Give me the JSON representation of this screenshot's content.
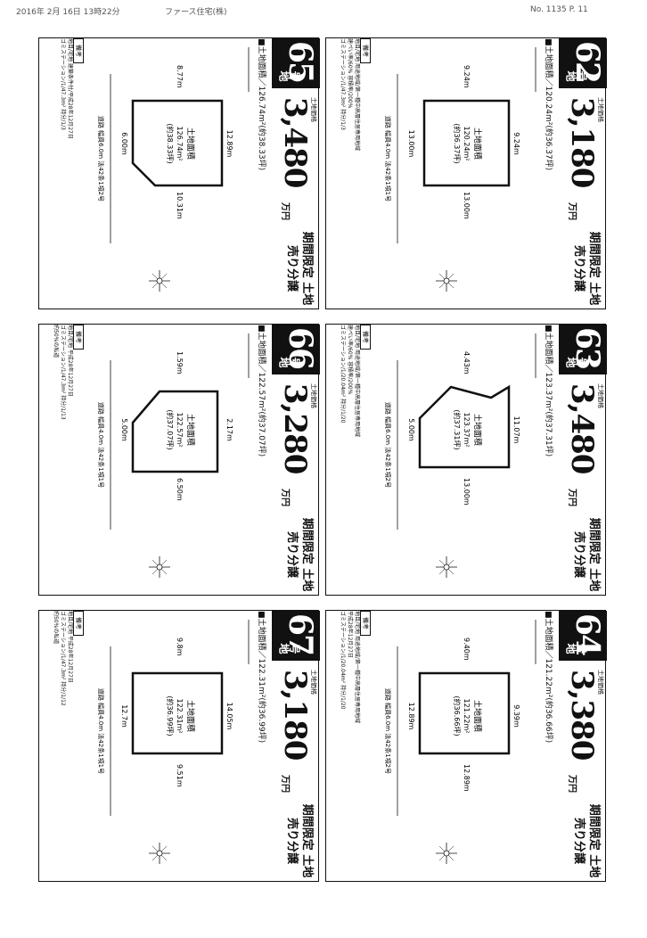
{
  "header": {
    "timestamp": "2016年 2月 16日 13時22分",
    "company": "ファース住宅(株)",
    "page": "No. 1135 P. 11"
  },
  "labels": {
    "price_label": "土地価格",
    "price_unit": "万円",
    "tag": "期間限定 土地売り分譲",
    "lot_suffix": "号地",
    "parcel_area": "土地面積",
    "notes_label": "備考"
  },
  "cards": [
    {
      "lot": "62",
      "price": "3,180",
      "area_text": "■土地面積／120.24m²(約36.37坪)",
      "plan_area": "120.24m²",
      "plan_tsubo": "(約36.37坪)",
      "dims": [
        "9.24m",
        "13.00m",
        "13.00m",
        "9.24m"
      ],
      "road": "道路 幅員4.0m 法42条1項1号",
      "notes": [
        "地目/宅地 用途地域/第一種中高層住居専用地域",
        "建ぺい率/60% 容積率/200%",
        "ゴミステーション/1/47.3m² 持分/1/3"
      ]
    },
    {
      "lot": "63",
      "price": "3,480",
      "area_text": "■土地面積／123.37m²(約37.31坪)",
      "plan_area": "123.37m²",
      "plan_tsubo": "(約37.31坪)",
      "dims": [
        "11.07m",
        "13.00m",
        "5.00m",
        "4.43m"
      ],
      "road": "道路 幅員6.0m 法42条1項2号",
      "notes": [
        "地目/宅地 用途地域/第一種中高層住居専用地域",
        "建ぺい率/60% 容積率/200%",
        "ゴミステーション/1/20.04m² 持分/1/20"
      ]
    },
    {
      "lot": "64",
      "price": "3,380",
      "area_text": "■土地面積／121.22m²(約36.66坪)",
      "plan_area": "121.22m²",
      "plan_tsubo": "(約36.66坪)",
      "dims": [
        "9.39m",
        "12.89m",
        "12.89m",
        "9.40m"
      ],
      "road": "道路 幅員6.0m 法42条1項2号",
      "notes": [
        "地目/宅地 用途地域/第一種中高層住居専用地域",
        "平成28年12月27日",
        "ゴミステーション/1/20.04m² 持分/1/20"
      ]
    },
    {
      "lot": "65",
      "price": "3,480",
      "area_text": "■土地面積／126.74m²(約38.33坪)",
      "plan_area": "126.74m²",
      "plan_tsubo": "(約38.33坪)",
      "dims": [
        "12.89m",
        "10.31m",
        "6.00m",
        "8.77m"
      ],
      "road": "道路 幅員6.0m 法42条1項2号",
      "notes": [
        "地目/宅地 建築条件付/平成28年12月27日",
        "ゴミステーション/1/47.3m² 持分/1/3"
      ]
    },
    {
      "lot": "66",
      "price": "3,280",
      "area_text": "■土地面積／122.57m²(約37.07坪)",
      "plan_area": "122.57m²",
      "plan_tsubo": "(約37.07坪)",
      "dims": [
        "2.17m",
        "6.50m",
        "5.00m",
        "1.59m"
      ],
      "road": "道路 幅員4.0m 法42条1項1号",
      "notes": [
        "地目/宅地 平成28年12月27日",
        "ゴミステーション/1/47.3m² 持分/1/13",
        "約50%の私道"
      ]
    },
    {
      "lot": "67",
      "price": "3,180",
      "area_text": "■土地面積／122.31m²(約36.99坪)",
      "plan_area": "122.31m²",
      "plan_tsubo": "(約36.99坪)",
      "dims": [
        "14.05m",
        "9.51m",
        "12.7m",
        "9.8m"
      ],
      "road": "道路 幅員4.0m 法42条1項1号",
      "notes": [
        "地目/宅地 平成28年12月27日",
        "ゴミステーション/1/47.3m² 持分/1/12",
        "約50%の私道"
      ]
    }
  ]
}
